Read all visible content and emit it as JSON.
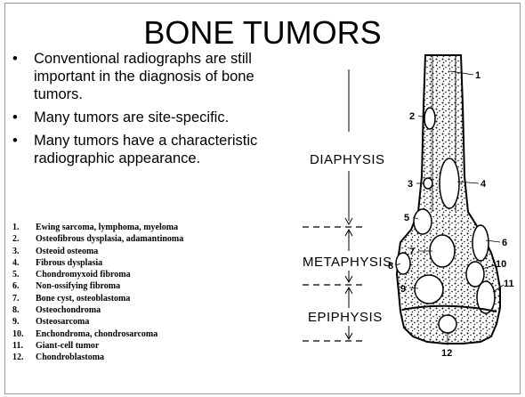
{
  "slide": {
    "title": "BONE TUMORS",
    "bullets": [
      {
        "symbol": "•",
        "text": "Conventional radiographs are still important in the diagnosis of bone tumors."
      },
      {
        "symbol": "•",
        "text": "Many tumors are site-specific."
      },
      {
        "symbol": "•",
        "text": "Many tumors have a characteristic radiographic appearance."
      }
    ],
    "tumor_list": [
      {
        "number": "1.",
        "text": "Ewing sarcoma, lymphoma, myeloma"
      },
      {
        "number": "2.",
        "text": "Osteofibrous dysplasia, adamantinoma"
      },
      {
        "number": "3.",
        "text": "Osteoid osteoma"
      },
      {
        "number": "4.",
        "text": "Fibrous dysplasia"
      },
      {
        "number": "5.",
        "text": "Chondromyxoid fibroma"
      },
      {
        "number": "6.",
        "text": "Non-ossifying fibroma"
      },
      {
        "number": "7.",
        "text": "Bone cyst, osteoblastoma"
      },
      {
        "number": "8.",
        "text": "Osteochondroma"
      },
      {
        "number": "9.",
        "text": "Osteosarcoma"
      },
      {
        "number": "10.",
        "text": "Enchondroma, chondrosarcoma"
      },
      {
        "number": "11.",
        "text": "Giant-cell tumor"
      },
      {
        "number": "12.",
        "text": "Chondroblastoma"
      }
    ]
  },
  "diagram": {
    "regions": [
      "DIAPHYSIS",
      "METAPHYSIS",
      "EPIPHYSIS"
    ],
    "callouts": [
      "1",
      "2",
      "3",
      "4",
      "5",
      "6",
      "7",
      "8",
      "9",
      "10",
      "11",
      "12"
    ]
  }
}
